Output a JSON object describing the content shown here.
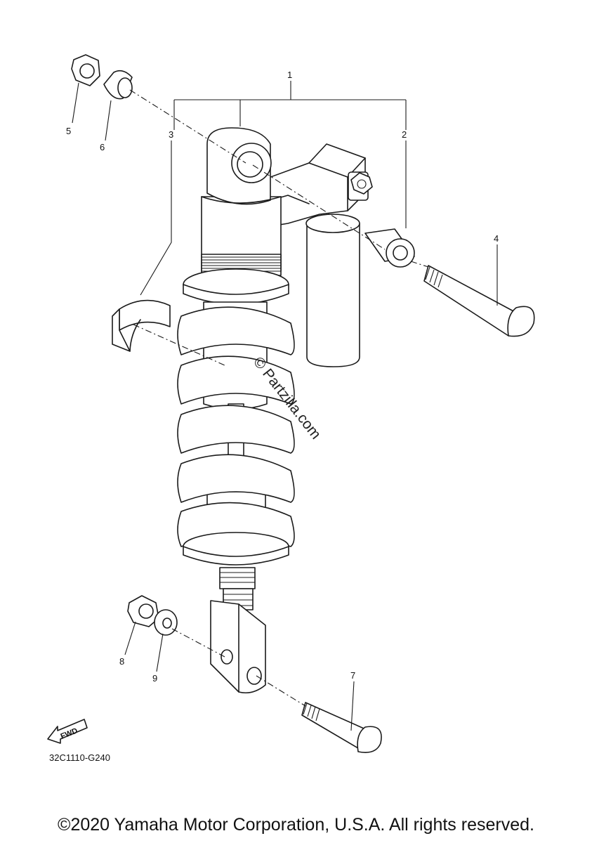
{
  "callouts": {
    "c1": "1",
    "c2": "2",
    "c3": "3",
    "c4": "4",
    "c5": "5",
    "c6": "6",
    "c7": "7",
    "c8": "8",
    "c9": "9"
  },
  "diagram_code": "32C1110-G240",
  "fwd_label": "FWD",
  "watermark": "© Partzilla.com",
  "copyright": "©2020 Yamaha Motor Corporation, U.S.A. All rights reserved."
}
